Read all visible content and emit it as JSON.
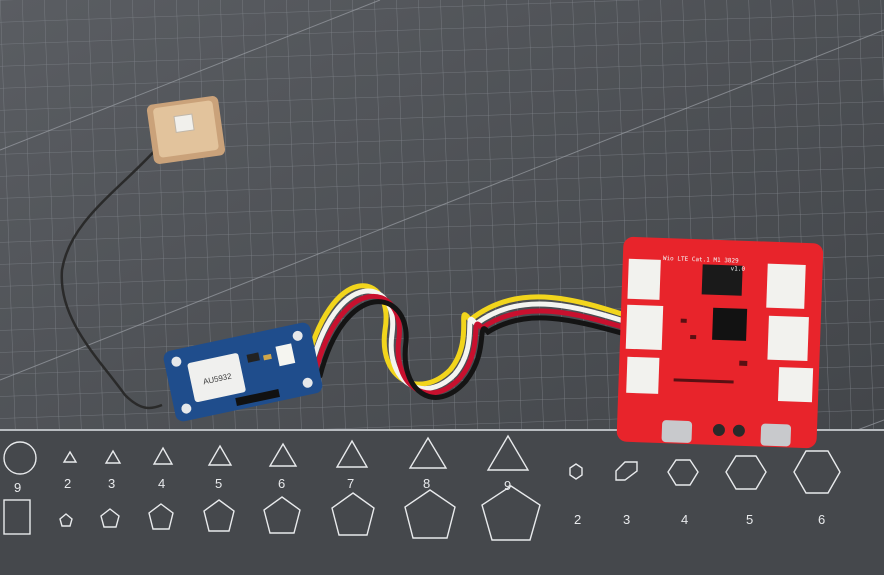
{
  "scene": {
    "description_labels": {
      "gnss_module_chip": "AU5932",
      "board_silkscreen": "Wio LTE Cat.1 M1 3829",
      "board_version": "v1.0"
    },
    "mat_top_row_numbers": [
      "9",
      "2",
      "3",
      "4",
      "5",
      "6",
      "7",
      "8",
      "9"
    ],
    "mat_bottom_row_numbers": [
      "2",
      "3",
      "4",
      "5",
      "6"
    ],
    "colors": {
      "mat": "#4a4d52",
      "grid": "#8c9096",
      "board_red": "#e8242b",
      "gnss_blue": "#1f4d8c",
      "antenna_patch": "#d9b48a",
      "wire_yellow": "#f2d51c",
      "wire_white": "#f4f4f0",
      "wire_red": "#c8102e",
      "wire_black": "#141414"
    }
  }
}
